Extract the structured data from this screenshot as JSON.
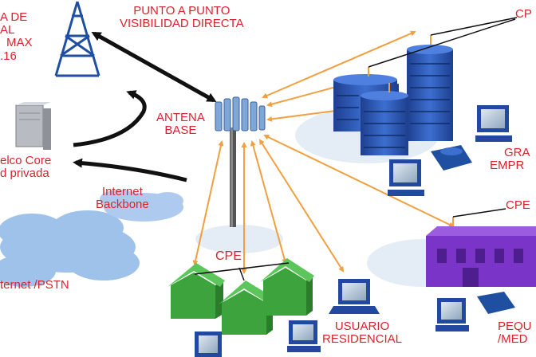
{
  "labels": {
    "wimax_title": [
      "A DE",
      "AL",
      "MAX",
      ".16"
    ],
    "point_to_point": [
      "PUNTO A PUNTO",
      "VISIBILIDAD DIRECTA"
    ],
    "base_antenna": [
      "ANTENA",
      "BASE"
    ],
    "telco_core": [
      "elco Core",
      "d privada"
    ],
    "internet_backbone": [
      "Internet",
      "Backbone"
    ],
    "internet_pstn": "ternet /PSTN",
    "cpe_top_right": "CP",
    "cpe_right": "CPE",
    "cpe_residential": "CPE",
    "large_enterprise": [
      "GRA",
      "EMPR"
    ],
    "residential_user": [
      "USUARIO",
      "RESIDENCIAL"
    ],
    "small_medium": [
      "PEQU",
      "/MED"
    ]
  },
  "colors": {
    "label_red": "#d9232e",
    "link_orange": "#f0a040",
    "arrow_black": "#111111",
    "cloud_blue": "#9fc2ea",
    "tower_blue": "#1f4fa0",
    "building_blue": "#2f5fbf",
    "house_green": "#3da43d",
    "office_purple": "#7a35c8"
  }
}
